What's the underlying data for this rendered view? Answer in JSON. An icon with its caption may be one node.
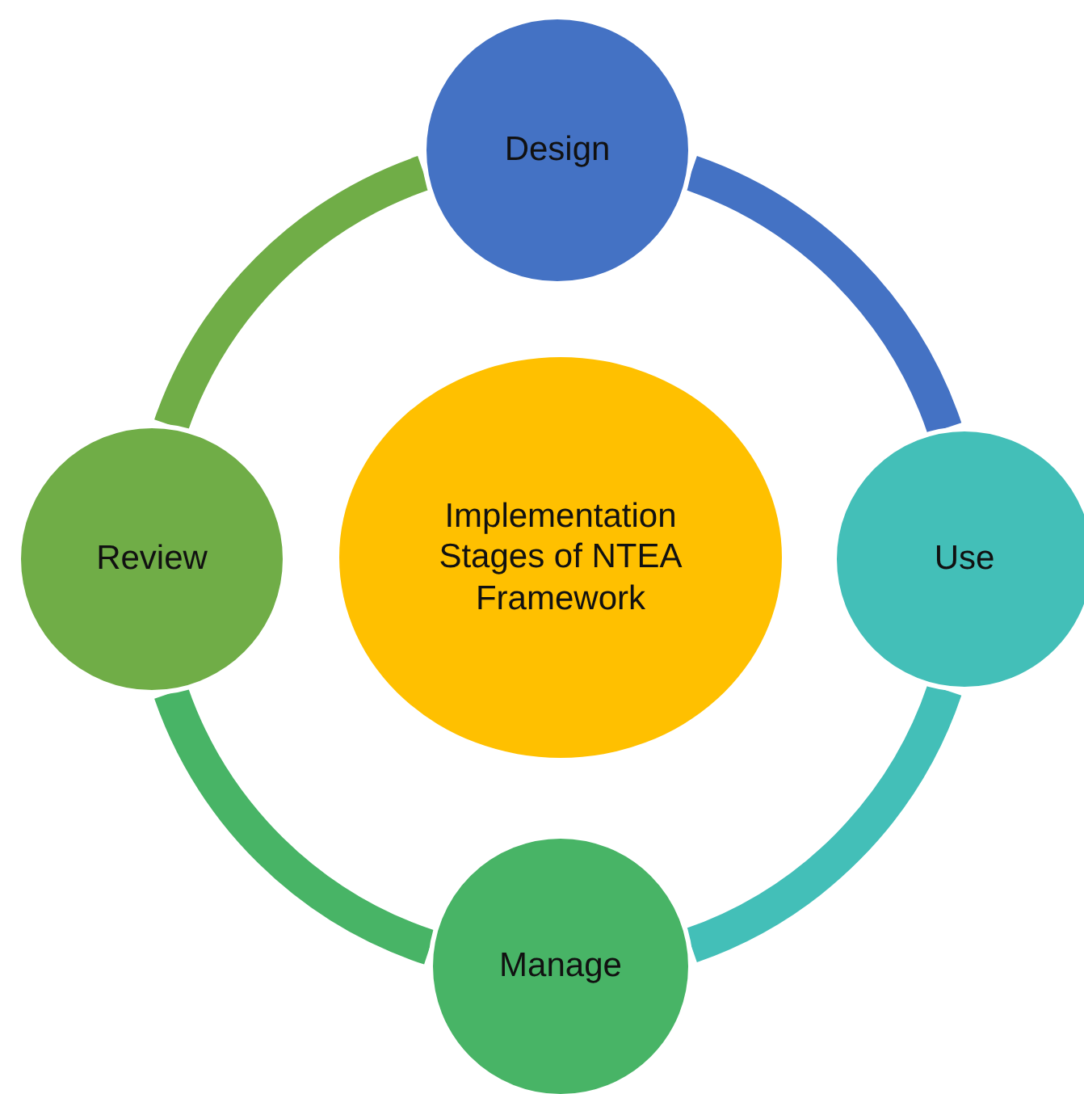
{
  "diagram": {
    "nodes": [
      {
        "text": [
          "Design"
        ]
      },
      {
        "text": [
          "Review"
        ]
      },
      {
        "text": [
          "Implementation Stages of NTEA Framework"
        ]
      },
      {
        "text": [
          "Use"
        ]
      },
      {
        "text": [
          "Manage"
        ]
      }
    ],
    "edges": [
      {
        "from": 0,
        "to": 3,
        "arrow": "none",
        "color": "#4472c4"
      },
      {
        "from": 3,
        "to": 4,
        "arrow": "none",
        "color": "#43bfb8"
      },
      {
        "from": 4,
        "to": 1,
        "arrow": "none",
        "color": "#48b466"
      },
      {
        "from": 1,
        "to": 0,
        "arrow": "none",
        "color": "#70ad47"
      }
    ]
  }
}
